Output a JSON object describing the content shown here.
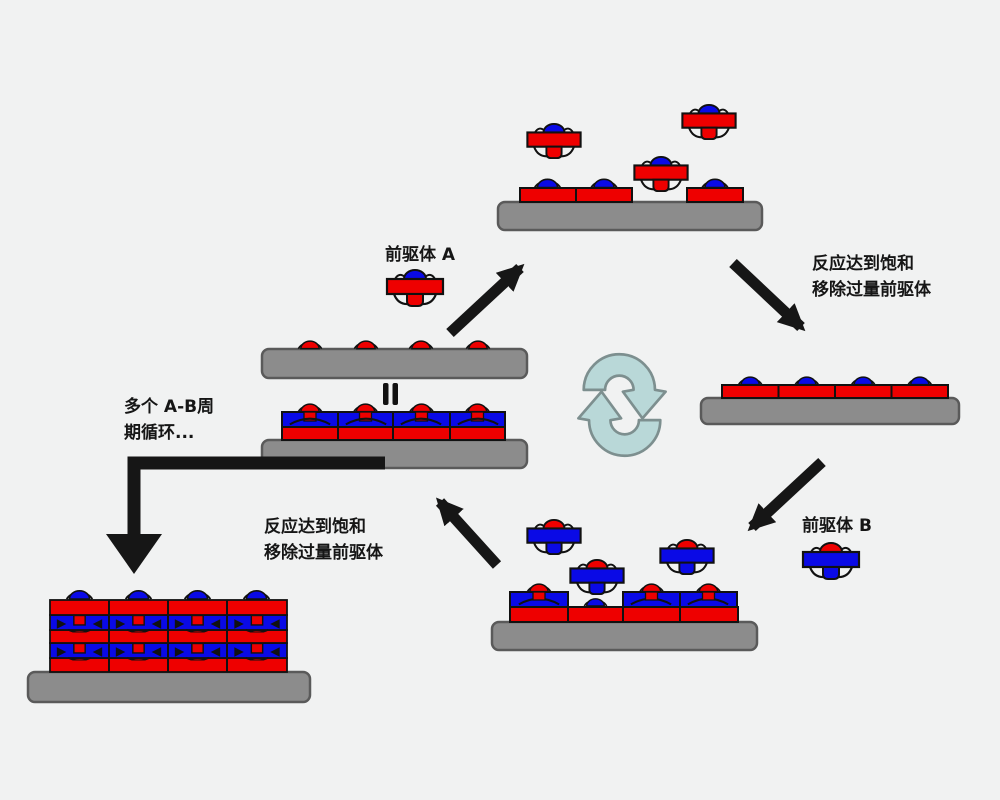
{
  "diagram": {
    "labels": {
      "precursor_a": "前驱体 A",
      "precursor_b": "前驱体 B",
      "saturation_right": [
        "反应达到饱和",
        "移除过量前驱体"
      ],
      "saturation_left": [
        "反应达到饱和",
        "移除过量前驱体"
      ],
      "cycles": [
        "多个 A-B周",
        "期循环..."
      ]
    },
    "icons": {
      "cycle_icon": "recycle-arrows",
      "equivalence_icon": "double-bar-equals",
      "precursor_a_icon": "red-molecule-with-blue-site",
      "precursor_b_icon": "blue-molecule-with-red-site"
    },
    "colors": {
      "red": "#ee0000",
      "blue": "#0a0ae6",
      "substrate": "#8c8c8c",
      "substrate_border": "#5a5a5a",
      "ink": "#161616",
      "cycle_icon": "#b9d8d8",
      "cycle_icon_border": "#7d8f8f",
      "background": "#f1f2f2"
    }
  }
}
